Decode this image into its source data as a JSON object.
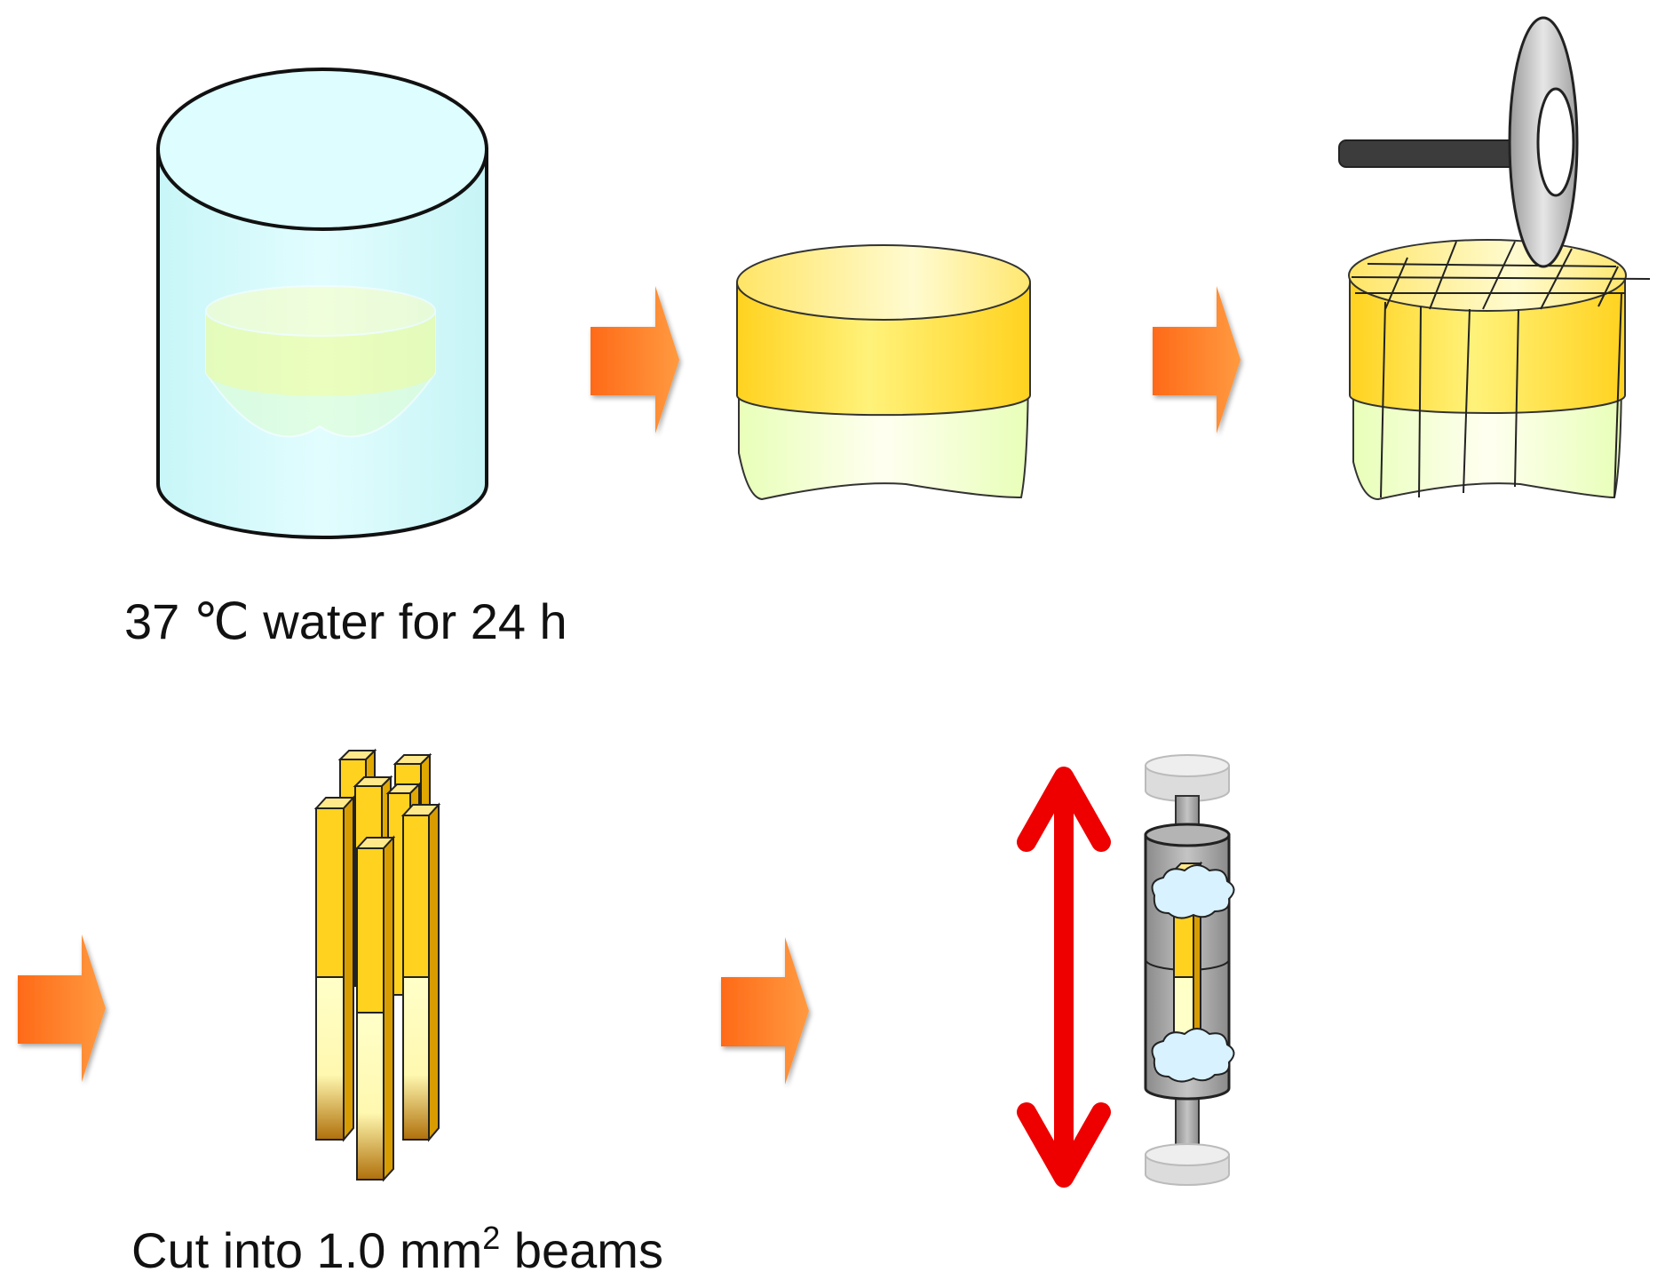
{
  "captions": {
    "water_soak": "37 ℃ water for 24 h",
    "cut_beams_prefix": "Cut into 1.0 mm",
    "cut_beams_sup": "2",
    "cut_beams_suffix": " beams"
  },
  "colors": {
    "water": "#d9fbfd",
    "resin": "#ffe866",
    "tooth": "#efffd0",
    "arrow": "#ff7a20",
    "double_arrow": "#ee0000",
    "saw_disc": "#c8c8c8",
    "saw_shaft": "#3c3c3c",
    "jig": "#a8a8a8",
    "glue": "#d8f2ff"
  },
  "icons": [
    "water-beaker-icon",
    "tooth-specimen-icon",
    "saw-disc-icon",
    "beams-icon",
    "tensile-jig-icon",
    "double-arrow-icon",
    "process-arrow-icon"
  ]
}
